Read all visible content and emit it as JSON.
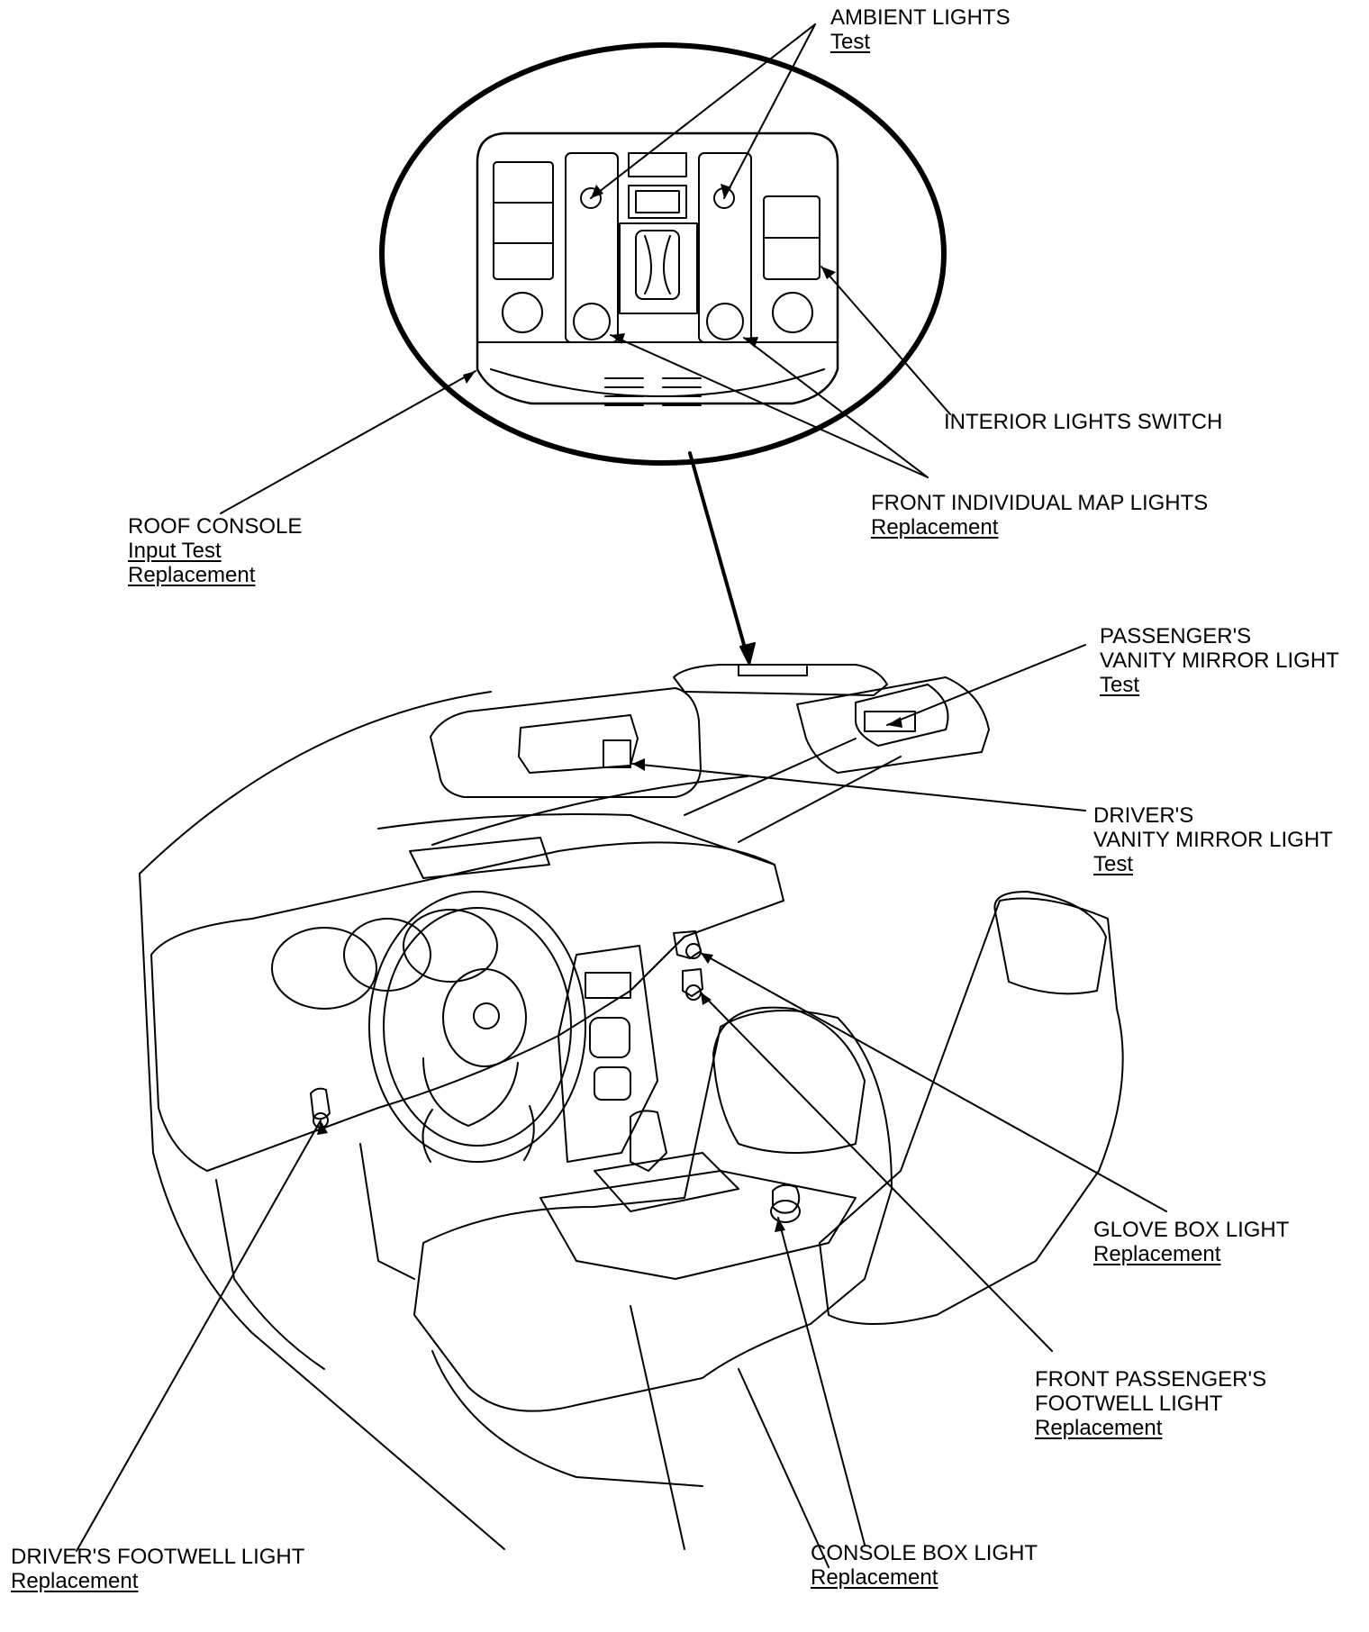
{
  "callouts": {
    "ambient_lights": {
      "title": "AMBIENT LIGHTS",
      "links": [
        "Test"
      ]
    },
    "interior_lights_switch": {
      "title": "INTERIOR LIGHTS SWITCH",
      "links": []
    },
    "front_individual_map_lights": {
      "title": "FRONT INDIVIDUAL MAP LIGHTS",
      "links": [
        "Replacement"
      ]
    },
    "roof_console": {
      "title": "ROOF CONSOLE",
      "links": [
        "Input Test",
        "Replacement"
      ]
    },
    "passengers_vanity_mirror_light": {
      "title_lines": [
        "PASSENGER'S",
        "VANITY MIRROR LIGHT"
      ],
      "links": [
        "Test"
      ]
    },
    "drivers_vanity_mirror_light": {
      "title_lines": [
        "DRIVER'S",
        "VANITY MIRROR LIGHT"
      ],
      "links": [
        "Test"
      ]
    },
    "glove_box_light": {
      "title": "GLOVE BOX LIGHT",
      "links": [
        "Replacement"
      ]
    },
    "front_passengers_footwell_light": {
      "title_lines": [
        "FRONT PASSENGER'S",
        "FOOTWELL LIGHT"
      ],
      "links": [
        "Replacement"
      ]
    },
    "drivers_footwell_light": {
      "title": "DRIVER'S FOOTWELL LIGHT",
      "links": [
        "Replacement"
      ]
    },
    "console_box_light": {
      "title": "CONSOLE BOX LIGHT",
      "links": [
        "Replacement"
      ]
    }
  }
}
